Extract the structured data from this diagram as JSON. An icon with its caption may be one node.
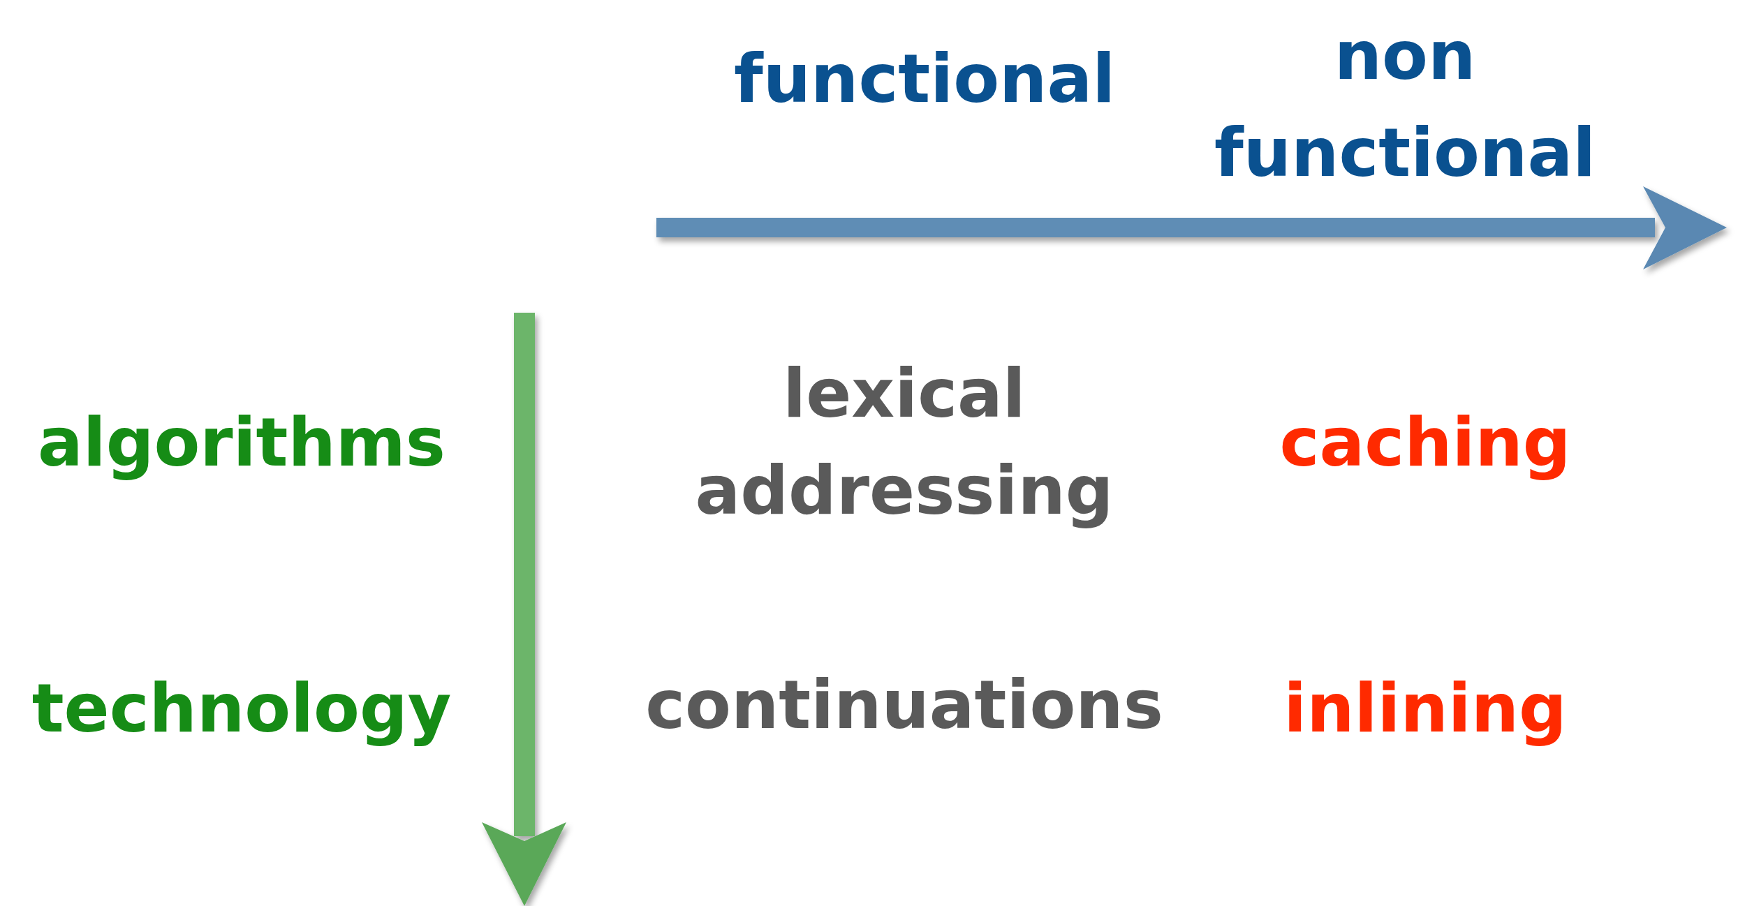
{
  "diagram": {
    "labels": [
      "functional",
      "non functional",
      "algorithms",
      "lexical addressing",
      "caching",
      "technology",
      "continuations",
      "inlining"
    ]
  }
}
